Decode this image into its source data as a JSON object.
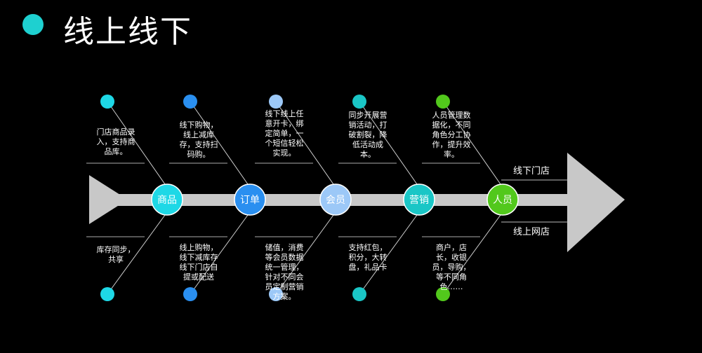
{
  "title": "线上线下",
  "colors": {
    "background": "#000000",
    "spine": "#c8c8c8",
    "title_dot": "#1ed0d0"
  },
  "nodes": [
    {
      "label": "商品",
      "color": "#1ed8e6",
      "top_desc": "门店商品录\n入，支持商\n品库。",
      "bottom_desc": "库存同步，\n共享"
    },
    {
      "label": "订单",
      "color": "#2a8ff0",
      "top_desc": "线下购物，\n线上减库\n存，支持扫\n码购。",
      "bottom_desc": "线上购物，\n线下减库存\n线下门店自\n提或配送"
    },
    {
      "label": "会员",
      "color": "#9cc8f7",
      "top_desc": "线下线上任\n意开卡，绑\n定简单，一\n个短信轻松\n实现。",
      "bottom_desc": "储值，消费\n等会员数据\n统一管理，\n针对不同会\n员定制营销\n方案。"
    },
    {
      "label": "营销",
      "color": "#1ac6c6",
      "top_desc": "同步开展营\n销活动，打\n破割裂，降\n低活动成\n本。",
      "bottom_desc": "支持红包，\n积分，大转\n盘，礼品卡"
    },
    {
      "label": "人员",
      "color": "#52c81c",
      "top_desc": "人员管理数\n据化，不同\n角色分工协\n作，提升效\n率。",
      "bottom_desc": "商户，店\n长，收银\n员，导购，\n等不同角\n色……"
    }
  ],
  "outputs": {
    "top": "线下门店",
    "bottom": "线上网店"
  }
}
